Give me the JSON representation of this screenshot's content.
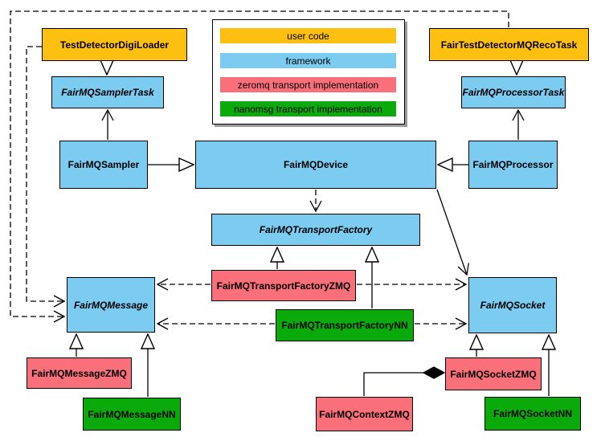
{
  "colors": {
    "user_code": "#FDC011",
    "framework": "#7CCBF1",
    "zeromq": "#F9707B",
    "nanomsg": "#0BAA0B"
  },
  "legend": {
    "items": [
      {
        "label": "user code",
        "color": "#FDC011"
      },
      {
        "label": "framework",
        "color": "#7CCBF1"
      },
      {
        "label": "zeromq transport implementation",
        "color": "#F9707B"
      },
      {
        "label": "nanomsg transport implementation",
        "color": "#0BAA0B"
      }
    ]
  },
  "nodes": {
    "digi_loader": {
      "label": "TestDetectorDigiLoader",
      "category": "user code",
      "abstract": false
    },
    "reco_task": {
      "label": "FairTestDetectorMQRecoTask",
      "category": "user code",
      "abstract": false
    },
    "sampler_task": {
      "label": "FairMQSamplerTask",
      "category": "framework",
      "abstract": true
    },
    "processor_task": {
      "label": "FairMQProcessorTask",
      "category": "framework",
      "abstract": true
    },
    "sampler": {
      "label": "FairMQSampler",
      "category": "framework",
      "abstract": false
    },
    "device": {
      "label": "FairMQDevice",
      "category": "framework",
      "abstract": false
    },
    "processor": {
      "label": "FairMQProcessor",
      "category": "framework",
      "abstract": false
    },
    "transport_factory": {
      "label": "FairMQTransportFactory",
      "category": "framework",
      "abstract": true
    },
    "transport_factory_zmq": {
      "label": "FairMQTransportFactoryZMQ",
      "category": "zeromq",
      "abstract": false
    },
    "transport_factory_nn": {
      "label": "FairMQTransportFactoryNN",
      "category": "nanomsg",
      "abstract": false
    },
    "message": {
      "label": "FairMQMessage",
      "category": "framework",
      "abstract": true
    },
    "socket": {
      "label": "FairMQSocket",
      "category": "framework",
      "abstract": true
    },
    "message_zmq": {
      "label": "FairMQMessageZMQ",
      "category": "zeromq",
      "abstract": false
    },
    "message_nn": {
      "label": "FairMQMessageNN",
      "category": "nanomsg",
      "abstract": false
    },
    "context_zmq": {
      "label": "FairMQContextZMQ",
      "category": "zeromq",
      "abstract": false
    },
    "socket_zmq": {
      "label": "FairMQSocketZMQ",
      "category": "zeromq",
      "abstract": false
    },
    "socket_nn": {
      "label": "FairMQSocketNN",
      "category": "nanomsg",
      "abstract": false
    }
  },
  "edges": [
    {
      "from": "TestDetectorDigiLoader",
      "to": "FairMQSamplerTask",
      "type": "generalization"
    },
    {
      "from": "FairTestDetectorMQRecoTask",
      "to": "FairMQProcessorTask",
      "type": "generalization"
    },
    {
      "from": "FairMQSampler",
      "to": "FairMQSamplerTask",
      "type": "open-arrow"
    },
    {
      "from": "FairMQProcessor",
      "to": "FairMQProcessorTask",
      "type": "open-arrow"
    },
    {
      "from": "FairMQSampler",
      "to": "FairMQDevice",
      "type": "generalization"
    },
    {
      "from": "FairMQProcessor",
      "to": "FairMQDevice",
      "type": "generalization"
    },
    {
      "from": "FairMQDevice",
      "to": "FairMQTransportFactory",
      "type": "dashed-dependency"
    },
    {
      "from": "FairMQDevice",
      "to": "FairMQSocket",
      "type": "open-arrow"
    },
    {
      "from": "FairMQTransportFactoryZMQ",
      "to": "FairMQTransportFactory",
      "type": "generalization"
    },
    {
      "from": "FairMQTransportFactoryNN",
      "to": "FairMQTransportFactory",
      "type": "generalization"
    },
    {
      "from": "FairMQTransportFactoryZMQ",
      "to": "FairMQMessage",
      "type": "dashed-dependency"
    },
    {
      "from": "FairMQTransportFactoryZMQ",
      "to": "FairMQSocket",
      "type": "dashed-dependency"
    },
    {
      "from": "FairMQTransportFactoryNN",
      "to": "FairMQMessage",
      "type": "dashed-dependency"
    },
    {
      "from": "FairMQTransportFactoryNN",
      "to": "FairMQSocket",
      "type": "dashed-dependency"
    },
    {
      "from": "TestDetectorDigiLoader",
      "to": "FairMQMessage",
      "type": "dashed-dependency"
    },
    {
      "from": "FairTestDetectorMQRecoTask",
      "to": "FairMQMessage",
      "type": "dashed-dependency"
    },
    {
      "from": "FairMQMessageZMQ",
      "to": "FairMQMessage",
      "type": "generalization"
    },
    {
      "from": "FairMQMessageNN",
      "to": "FairMQMessage",
      "type": "generalization"
    },
    {
      "from": "FairMQSocketZMQ",
      "to": "FairMQSocket",
      "type": "generalization"
    },
    {
      "from": "FairMQSocketNN",
      "to": "FairMQSocket",
      "type": "generalization"
    },
    {
      "from": "FairMQContextZMQ",
      "to": "FairMQSocketZMQ",
      "type": "composition"
    }
  ]
}
